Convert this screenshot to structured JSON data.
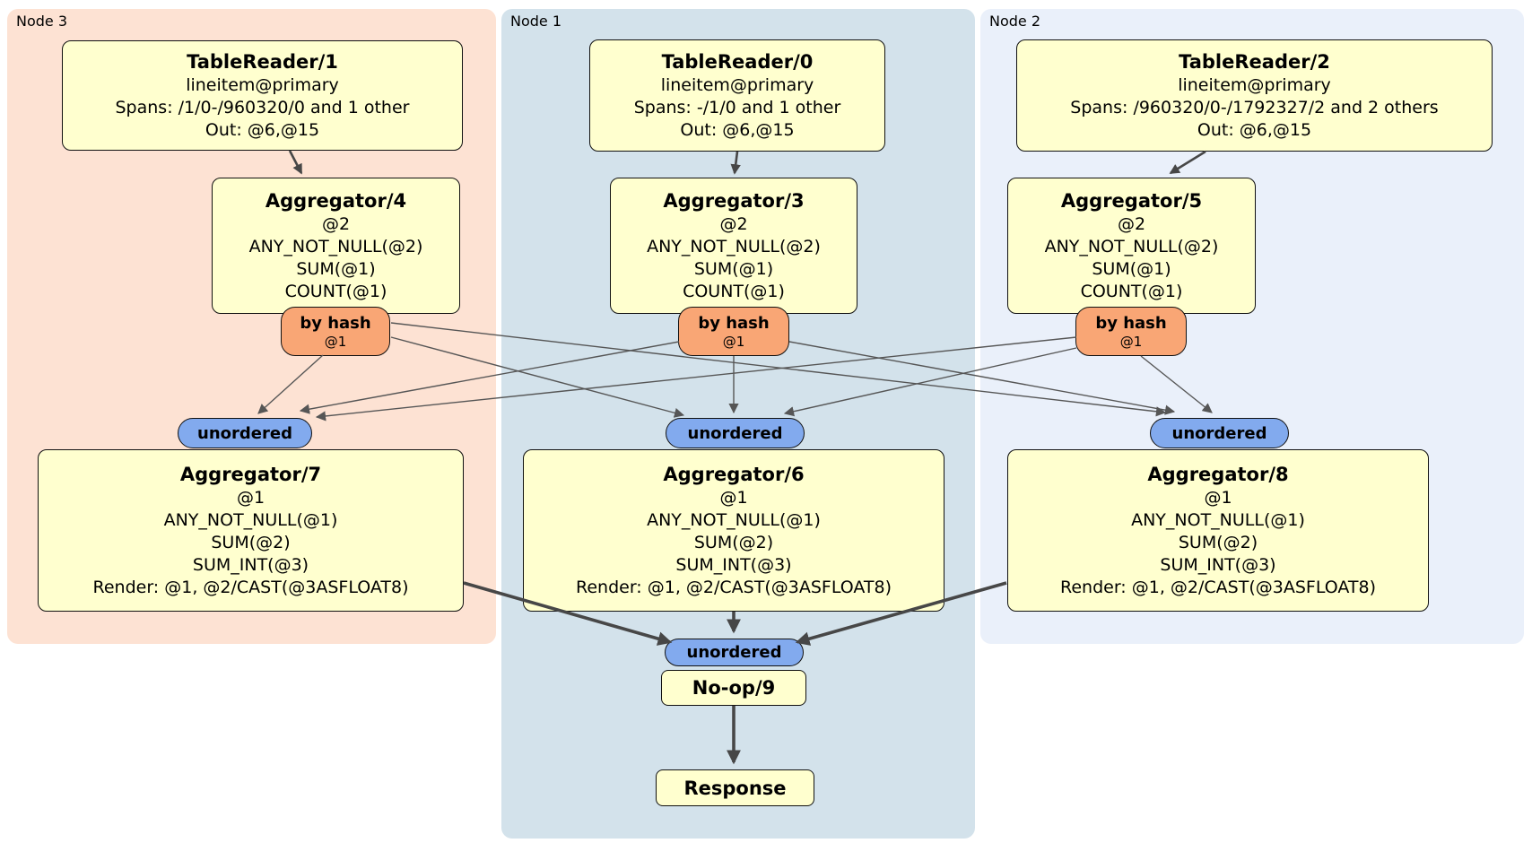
{
  "colors": {
    "panel-node3": "#fde2d3",
    "panel-node1": "#d3e2eb",
    "panel-node2": "#eaf0fa",
    "box-fill": "#ffffcf",
    "router-fill": "#f9a675",
    "sync-fill": "#82aaee",
    "edge-thin": "#565656",
    "edge-thick": "#474747",
    "border": "#111111"
  },
  "panels": [
    {
      "label": "Node 3"
    },
    {
      "label": "Node 1"
    },
    {
      "label": "Node 2"
    }
  ],
  "processors": {
    "tablereader1": {
      "title": "TableReader/1",
      "lines": [
        "lineitem@primary",
        "Spans: /1/0-/960320/0 and 1 other",
        "Out: @6,@15"
      ]
    },
    "tablereader0": {
      "title": "TableReader/0",
      "lines": [
        "lineitem@primary",
        "Spans: -/1/0 and 1 other",
        "Out: @6,@15"
      ]
    },
    "tablereader2": {
      "title": "TableReader/2",
      "lines": [
        "lineitem@primary",
        "Spans: /960320/0-/1792327/2 and 2 others",
        "Out: @6,@15"
      ]
    },
    "aggregator4": {
      "title": "Aggregator/4",
      "lines": [
        "@2",
        "ANY_NOT_NULL(@2)",
        "SUM(@1)",
        "COUNT(@1)"
      ]
    },
    "aggregator3": {
      "title": "Aggregator/3",
      "lines": [
        "@2",
        "ANY_NOT_NULL(@2)",
        "SUM(@1)",
        "COUNT(@1)"
      ]
    },
    "aggregator5": {
      "title": "Aggregator/5",
      "lines": [
        "@2",
        "ANY_NOT_NULL(@2)",
        "SUM(@1)",
        "COUNT(@1)"
      ]
    },
    "aggregator7": {
      "title": "Aggregator/7",
      "lines": [
        "@1",
        "ANY_NOT_NULL(@1)",
        "SUM(@2)",
        "SUM_INT(@3)",
        "Render: @1, @2/CAST(@3ASFLOAT8)"
      ]
    },
    "aggregator6": {
      "title": "Aggregator/6",
      "lines": [
        "@1",
        "ANY_NOT_NULL(@1)",
        "SUM(@2)",
        "SUM_INT(@3)",
        "Render: @1, @2/CAST(@3ASFLOAT8)"
      ]
    },
    "aggregator8": {
      "title": "Aggregator/8",
      "lines": [
        "@1",
        "ANY_NOT_NULL(@1)",
        "SUM(@2)",
        "SUM_INT(@3)",
        "Render: @1, @2/CAST(@3ASFLOAT8)"
      ]
    },
    "noop": {
      "title": "No-op/9"
    },
    "response": {
      "title": "Response"
    }
  },
  "routers": [
    {
      "label": "by hash",
      "detail": "@1"
    },
    {
      "label": "by hash",
      "detail": "@1"
    },
    {
      "label": "by hash",
      "detail": "@1"
    }
  ],
  "syncs": [
    {
      "label": "unordered"
    },
    {
      "label": "unordered"
    },
    {
      "label": "unordered"
    },
    {
      "label": "unordered"
    }
  ]
}
